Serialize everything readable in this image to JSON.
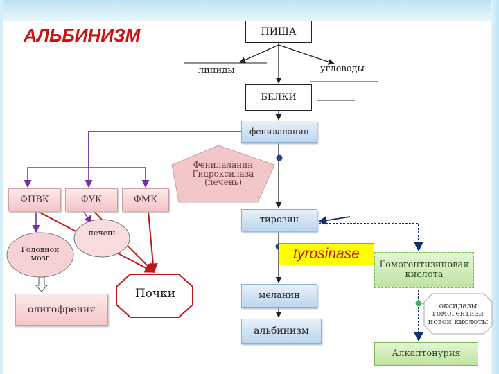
{
  "title": "АЛЬБИНИЗМ",
  "nodes": {
    "food": "ПИЩА",
    "lipids": "липиды",
    "carbs": "углеводы",
    "proteins": "БЕЛКИ",
    "phenylalanine": "фенилаланин",
    "hydroxylase": "Фенилаланин Гидроксилаза (печень)",
    "fpvk": "ФПВК",
    "fuk": "ФУК",
    "fmk": "ФМК",
    "liver": "печень",
    "brain": "Головной мозг",
    "kidneys": "Почки",
    "oligophrenia": "олигофрения",
    "tyrosine": "тирозин",
    "tyrosinase": "tyrosinase",
    "melanin": "меланин",
    "albinism": "альбинизм",
    "homogentisic": "Гомогентизиновая кислота",
    "oxidases": "оксидазы гомогентизи новой кислоты",
    "alkaptonuria": "Алкаптонурия"
  }
}
